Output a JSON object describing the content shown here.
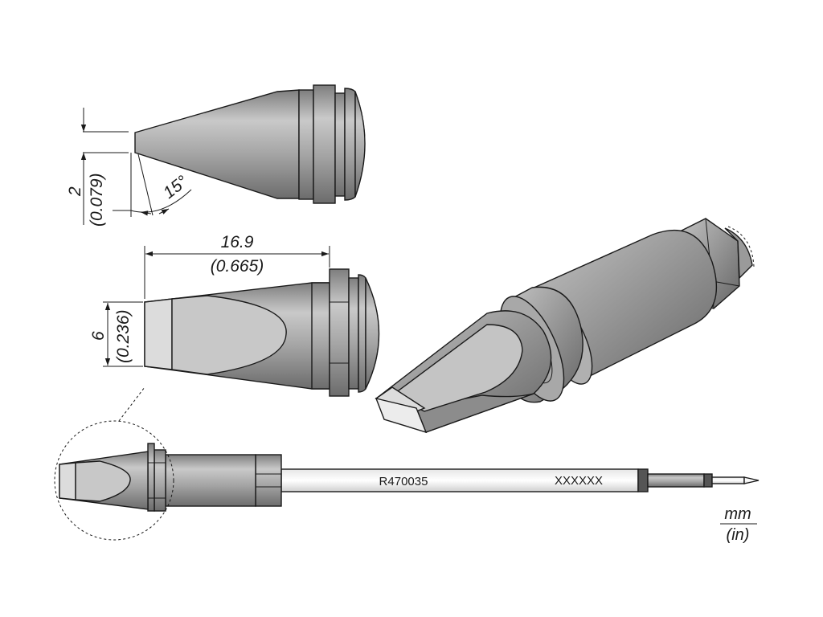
{
  "dimensions": {
    "tip_thickness": {
      "mm": "2",
      "in": "(0.079)"
    },
    "tip_angle": "15°",
    "tip_length": {
      "mm": "16.9",
      "in": "(0.665)"
    },
    "tip_width": {
      "mm": "6",
      "in": "(0.236)"
    }
  },
  "part": {
    "number": "R470035",
    "code": "XXXXXX"
  },
  "units": {
    "primary": "mm",
    "secondary": "(in)"
  },
  "colors": {
    "metal": "#9c9c9c",
    "metal_light": "#c8c8c8",
    "tinned_face": "#dcdcdc",
    "outline": "#1a1a1a"
  }
}
